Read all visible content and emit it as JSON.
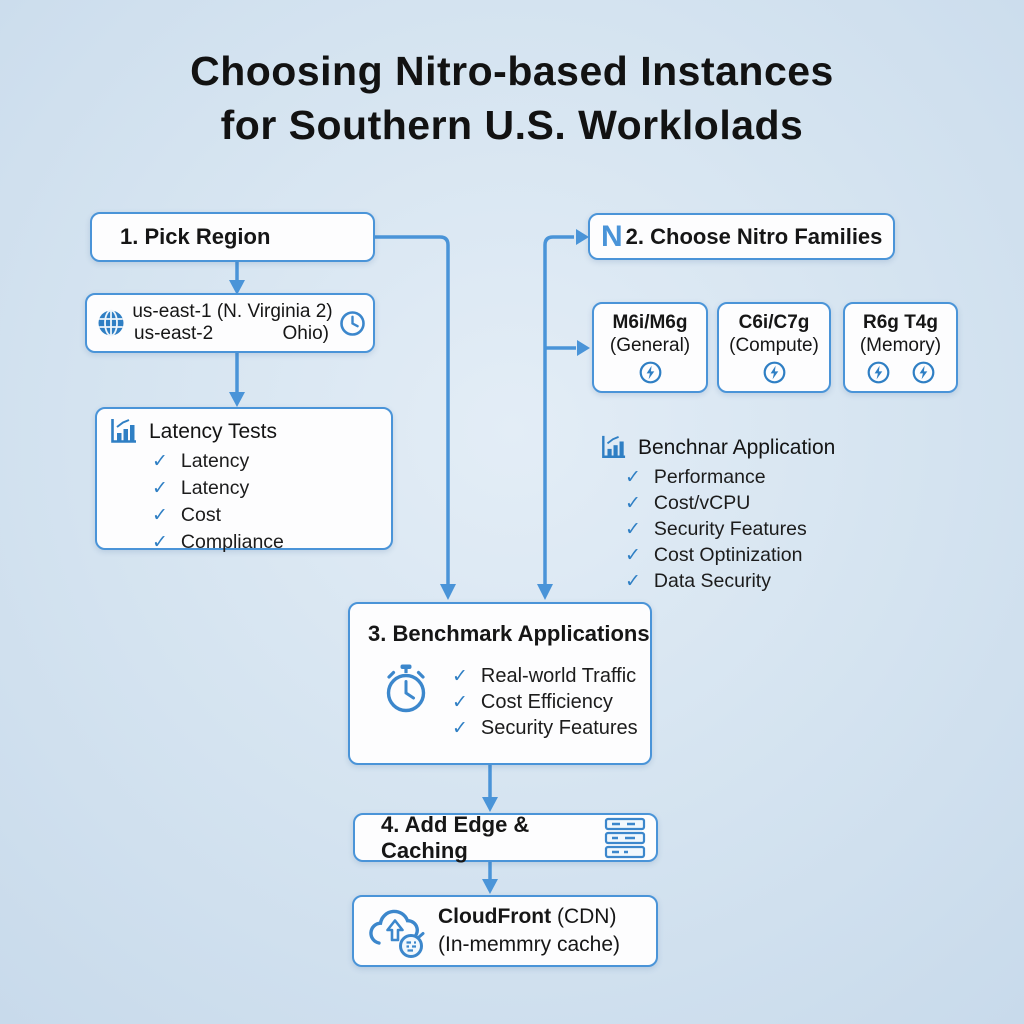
{
  "meta": {
    "accent_color": "#4a94d8",
    "icon_color": "#2f7fc4",
    "check_color": "#2f7fc4",
    "background_color": "#d4e3f0",
    "box_background": "#fdfdfe",
    "text_color": "#161616"
  },
  "title": {
    "line1": "Choosing Nitro-based Instances",
    "line2": "for Southern U.S. Worklolads"
  },
  "flow": {
    "step1": {
      "label": "1. Pick Region"
    },
    "region": {
      "line1": "us-east-1 (N. Virginia 2)",
      "line2_left": "us-east-2",
      "line2_right": "Ohio)"
    },
    "latency": {
      "title": "Latency Tests",
      "items": [
        "Latency",
        "Latency",
        "Cost",
        "Compliance"
      ]
    },
    "step2": {
      "icon_letter": "N",
      "label": "2. Choose Nitro Families"
    },
    "families": [
      {
        "name": "M6i/M6g",
        "type": "(General)",
        "bolts": 1
      },
      {
        "name": "C6i/C7g",
        "type": "(Compute)",
        "bolts": 1
      },
      {
        "name": "R6g T4g",
        "type": "(Memory)",
        "bolts": 2
      }
    ],
    "benchmark_list": {
      "title": "Benchnar Application",
      "items": [
        "Performance",
        "Cost/vCPU",
        "Security Features",
        "Cost Optinization",
        "Data Security"
      ]
    },
    "step3": {
      "label": "3. Benchmark Applications",
      "items": [
        "Real-world Traffic",
        "Cost Efficiency",
        "Security Features"
      ]
    },
    "step4": {
      "label": "4. Add Edge & Caching"
    },
    "step5": {
      "title": "CloudFront",
      "title_suffix": "(CDN)",
      "subtitle": "(In-memmry cache)"
    }
  },
  "icons": {
    "check": "✓"
  }
}
